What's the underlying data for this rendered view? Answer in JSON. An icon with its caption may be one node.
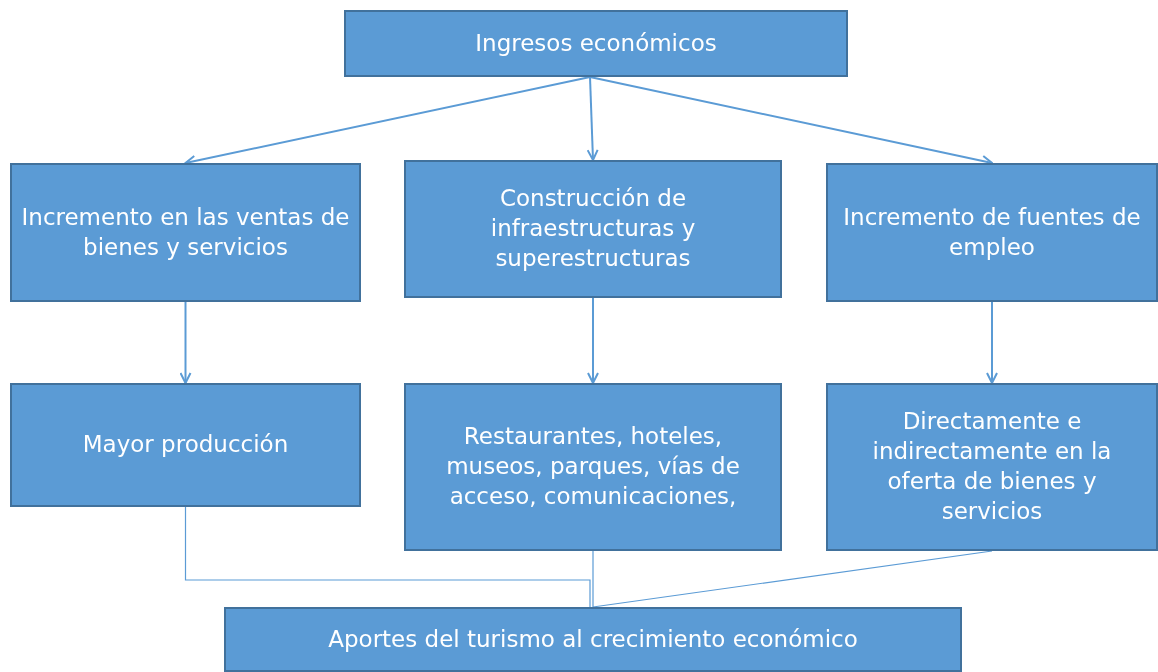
{
  "diagram": {
    "nodes": [
      {
        "text": [
          "Ingresos económicos"
        ]
      },
      {
        "text": [
          "Incremento en las ventas de bienes y servicios"
        ]
      },
      {
        "text": [
          "Construcción de infraestructuras y superestructuras"
        ]
      },
      {
        "text": [
          "Incremento de fuentes de empleo"
        ]
      },
      {
        "text": [
          "Mayor producción"
        ]
      },
      {
        "text": [
          "Restaurantes, hoteles, museos, parques, vías de acceso, comunicaciones,"
        ]
      },
      {
        "text": [
          "Directamente e indirectamente en la oferta de bienes y servicios"
        ]
      },
      {
        "text": [
          "Aportes del turismo al crecimiento económico"
        ]
      }
    ],
    "edges": [
      {
        "from": 0,
        "to": 1,
        "arrow": "to"
      },
      {
        "from": 0,
        "to": 2,
        "arrow": "to"
      },
      {
        "from": 0,
        "to": 3,
        "arrow": "to"
      },
      {
        "from": 1,
        "to": 4,
        "arrow": "to"
      },
      {
        "from": 2,
        "to": 5,
        "arrow": "to"
      },
      {
        "from": 3,
        "to": 6,
        "arrow": "to"
      },
      {
        "from": 4,
        "to": 7,
        "arrow": "none"
      },
      {
        "from": 5,
        "to": 7,
        "arrow": "none"
      },
      {
        "from": 6,
        "to": 7,
        "arrow": "none"
      }
    ]
  }
}
